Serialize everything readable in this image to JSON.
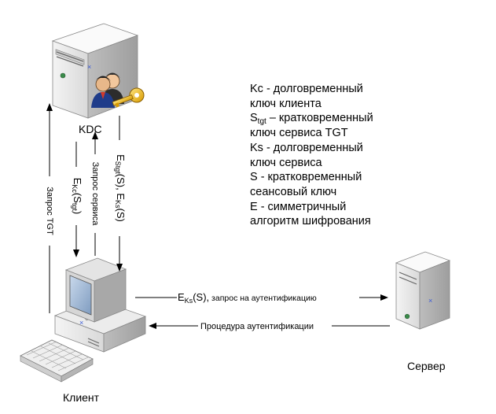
{
  "nodes": {
    "kdc": {
      "label": "KDC"
    },
    "client": {
      "label": "Клиент"
    },
    "server": {
      "label": "Сервер"
    }
  },
  "arrows": {
    "tgt_request": {
      "label": "Запрос TGT"
    },
    "kc_reply": {
      "prefix": "E",
      "sub": "Kc",
      "mid": "(S",
      "sub2": "tgt",
      "suffix": ")"
    },
    "service_request": {
      "label": "Запрос сервиса"
    },
    "ticket_reply": {
      "p1": "E",
      "s1": "Stgt",
      "p2": "(S), E",
      "s2": "Ks",
      "p3": "(S)"
    },
    "auth_request": {
      "prefix": "E",
      "sub": "Ks",
      "main": "(S),",
      "small": " запрос на аутентификацию"
    },
    "auth_procedure": {
      "label": "Процедура аутентификации"
    }
  },
  "legend": {
    "kc_line1": "Kc - долговременный",
    "kc_line2": "ключ клиента",
    "stgt_S": "S",
    "stgt_sub": "tgt",
    "stgt_rest": " – кратковременный",
    "stgt_line2": "ключ сервиса TGT",
    "ks_line1": "Ks - долговременный",
    "ks_line2": "ключ сервиса",
    "s_line1": "S - кратковременный",
    "s_line2": "сеансовый ключ",
    "e_line1": "E - симметричный",
    "e_line2": "алгоритм шифрования"
  },
  "icons": [
    "kdc-server-icon",
    "users-key-icon",
    "client-computer-icon",
    "keyboard-icon",
    "server-icon"
  ]
}
